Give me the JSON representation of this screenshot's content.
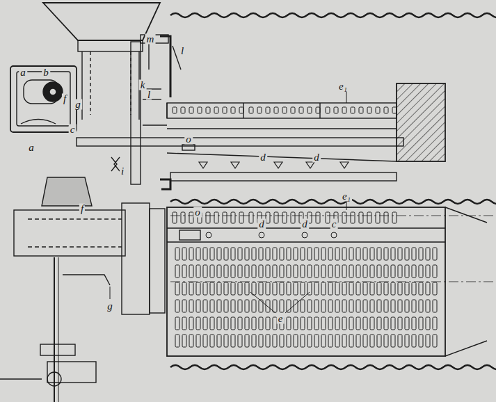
{
  "diagram": {
    "labels": [
      "a",
      "b",
      "f",
      "g",
      "m",
      "l",
      "k",
      "l",
      "c",
      "a",
      "i",
      "e₁",
      "o",
      "d",
      "d",
      "f",
      "g",
      "o",
      "d",
      "d",
      "c",
      "e₁",
      "e"
    ]
  }
}
